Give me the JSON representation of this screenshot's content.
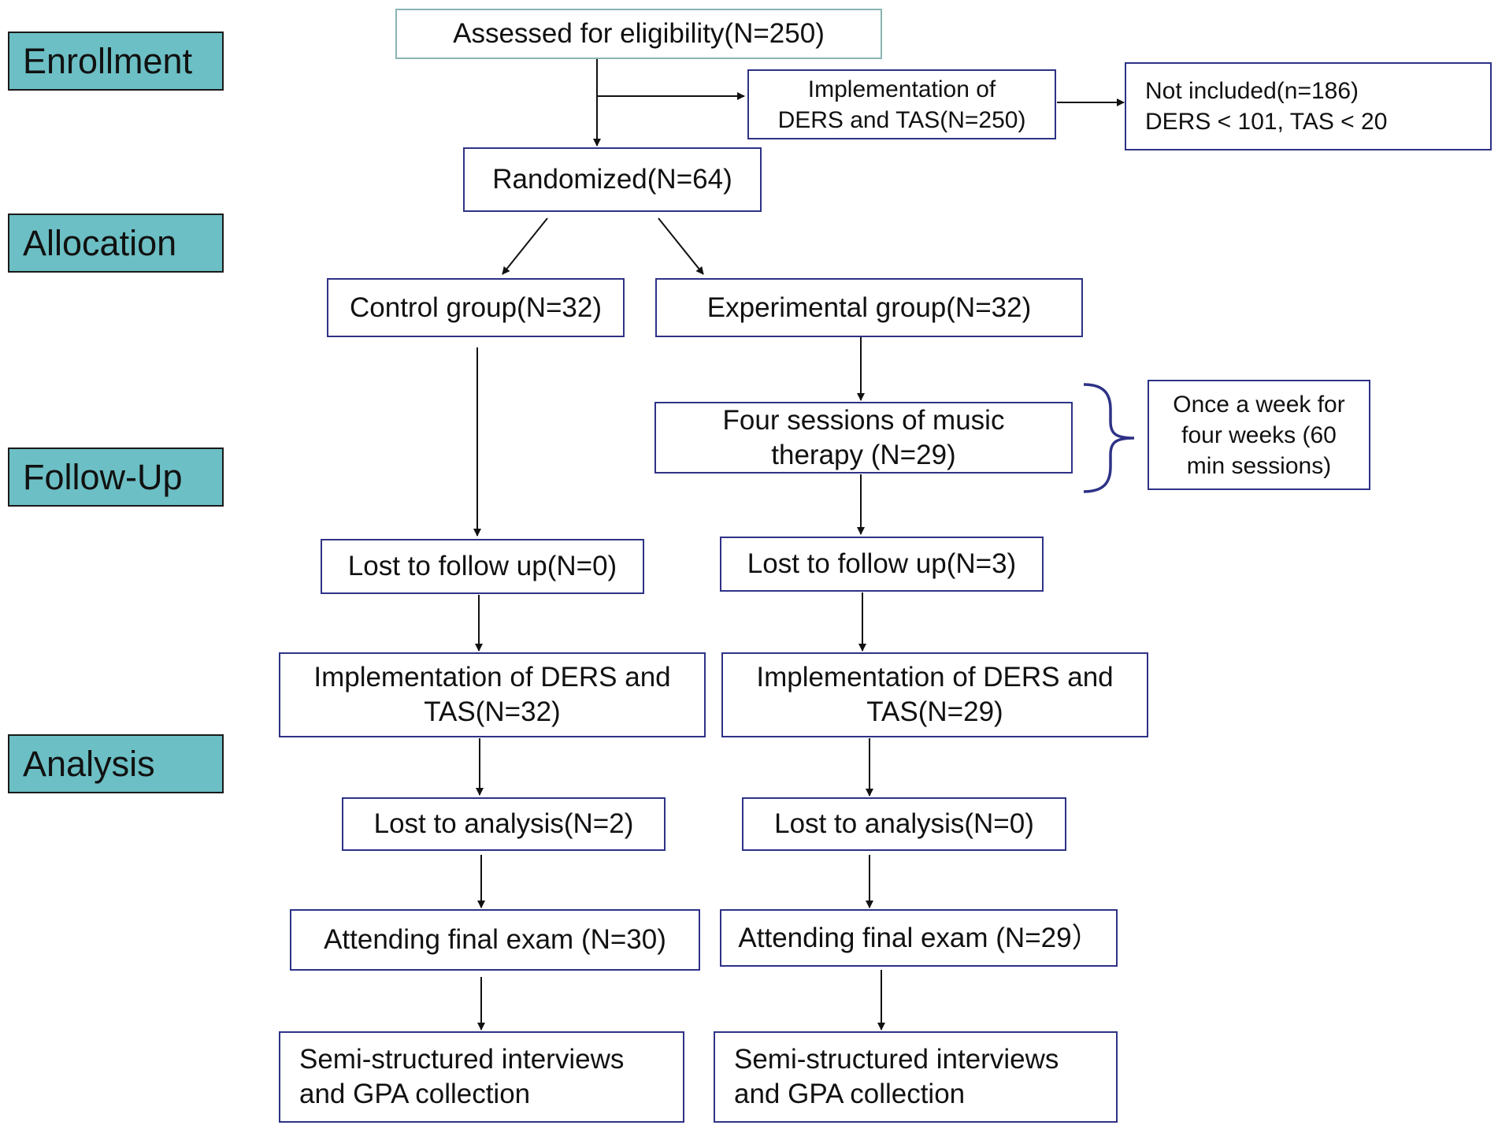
{
  "stages": {
    "enrollment": "Enrollment",
    "allocation": "Allocation",
    "follow_up": "Follow-Up",
    "analysis": "Analysis"
  },
  "boxes": {
    "assessed": "Assessed for eligibility(N=250)",
    "implementation_initial": "Implementation of\nDERS and TAS(N=250)",
    "not_included": "Not included(n=186)\nDERS < 101, TAS < 20",
    "randomized": "Randomized(N=64)",
    "control_group": "Control group(N=32)",
    "experimental_group": "Experimental group(N=32)",
    "music_therapy": "Four sessions of music\ntherapy (N=29)",
    "session_note": "Once a week for\nfour weeks (60\nmin sessions)",
    "control_lost_followup": "Lost to follow up(N=0)",
    "exp_lost_followup": "Lost to follow up(N=3)",
    "control_implementation": "Implementation of DERS and\nTAS(N=32)",
    "exp_implementation": "Implementation of DERS and\nTAS(N=29)",
    "control_lost_analysis": "Lost to analysis(N=2)",
    "exp_lost_analysis": "Lost to analysis(N=0)",
    "control_final_exam": "Attending final exam (N=30)",
    "exp_final_exam": "Attending final exam (N=29）",
    "control_interviews": "Semi-structured interviews\nand GPA collection",
    "exp_interviews": "Semi-structured interviews\nand GPA collection"
  },
  "colors": {
    "stage_fill": "#6cbfc4",
    "box_border": "#2e3286",
    "top_box_border": "#8ab3b3",
    "brace": "#2e3286",
    "arrow": "#111111"
  }
}
